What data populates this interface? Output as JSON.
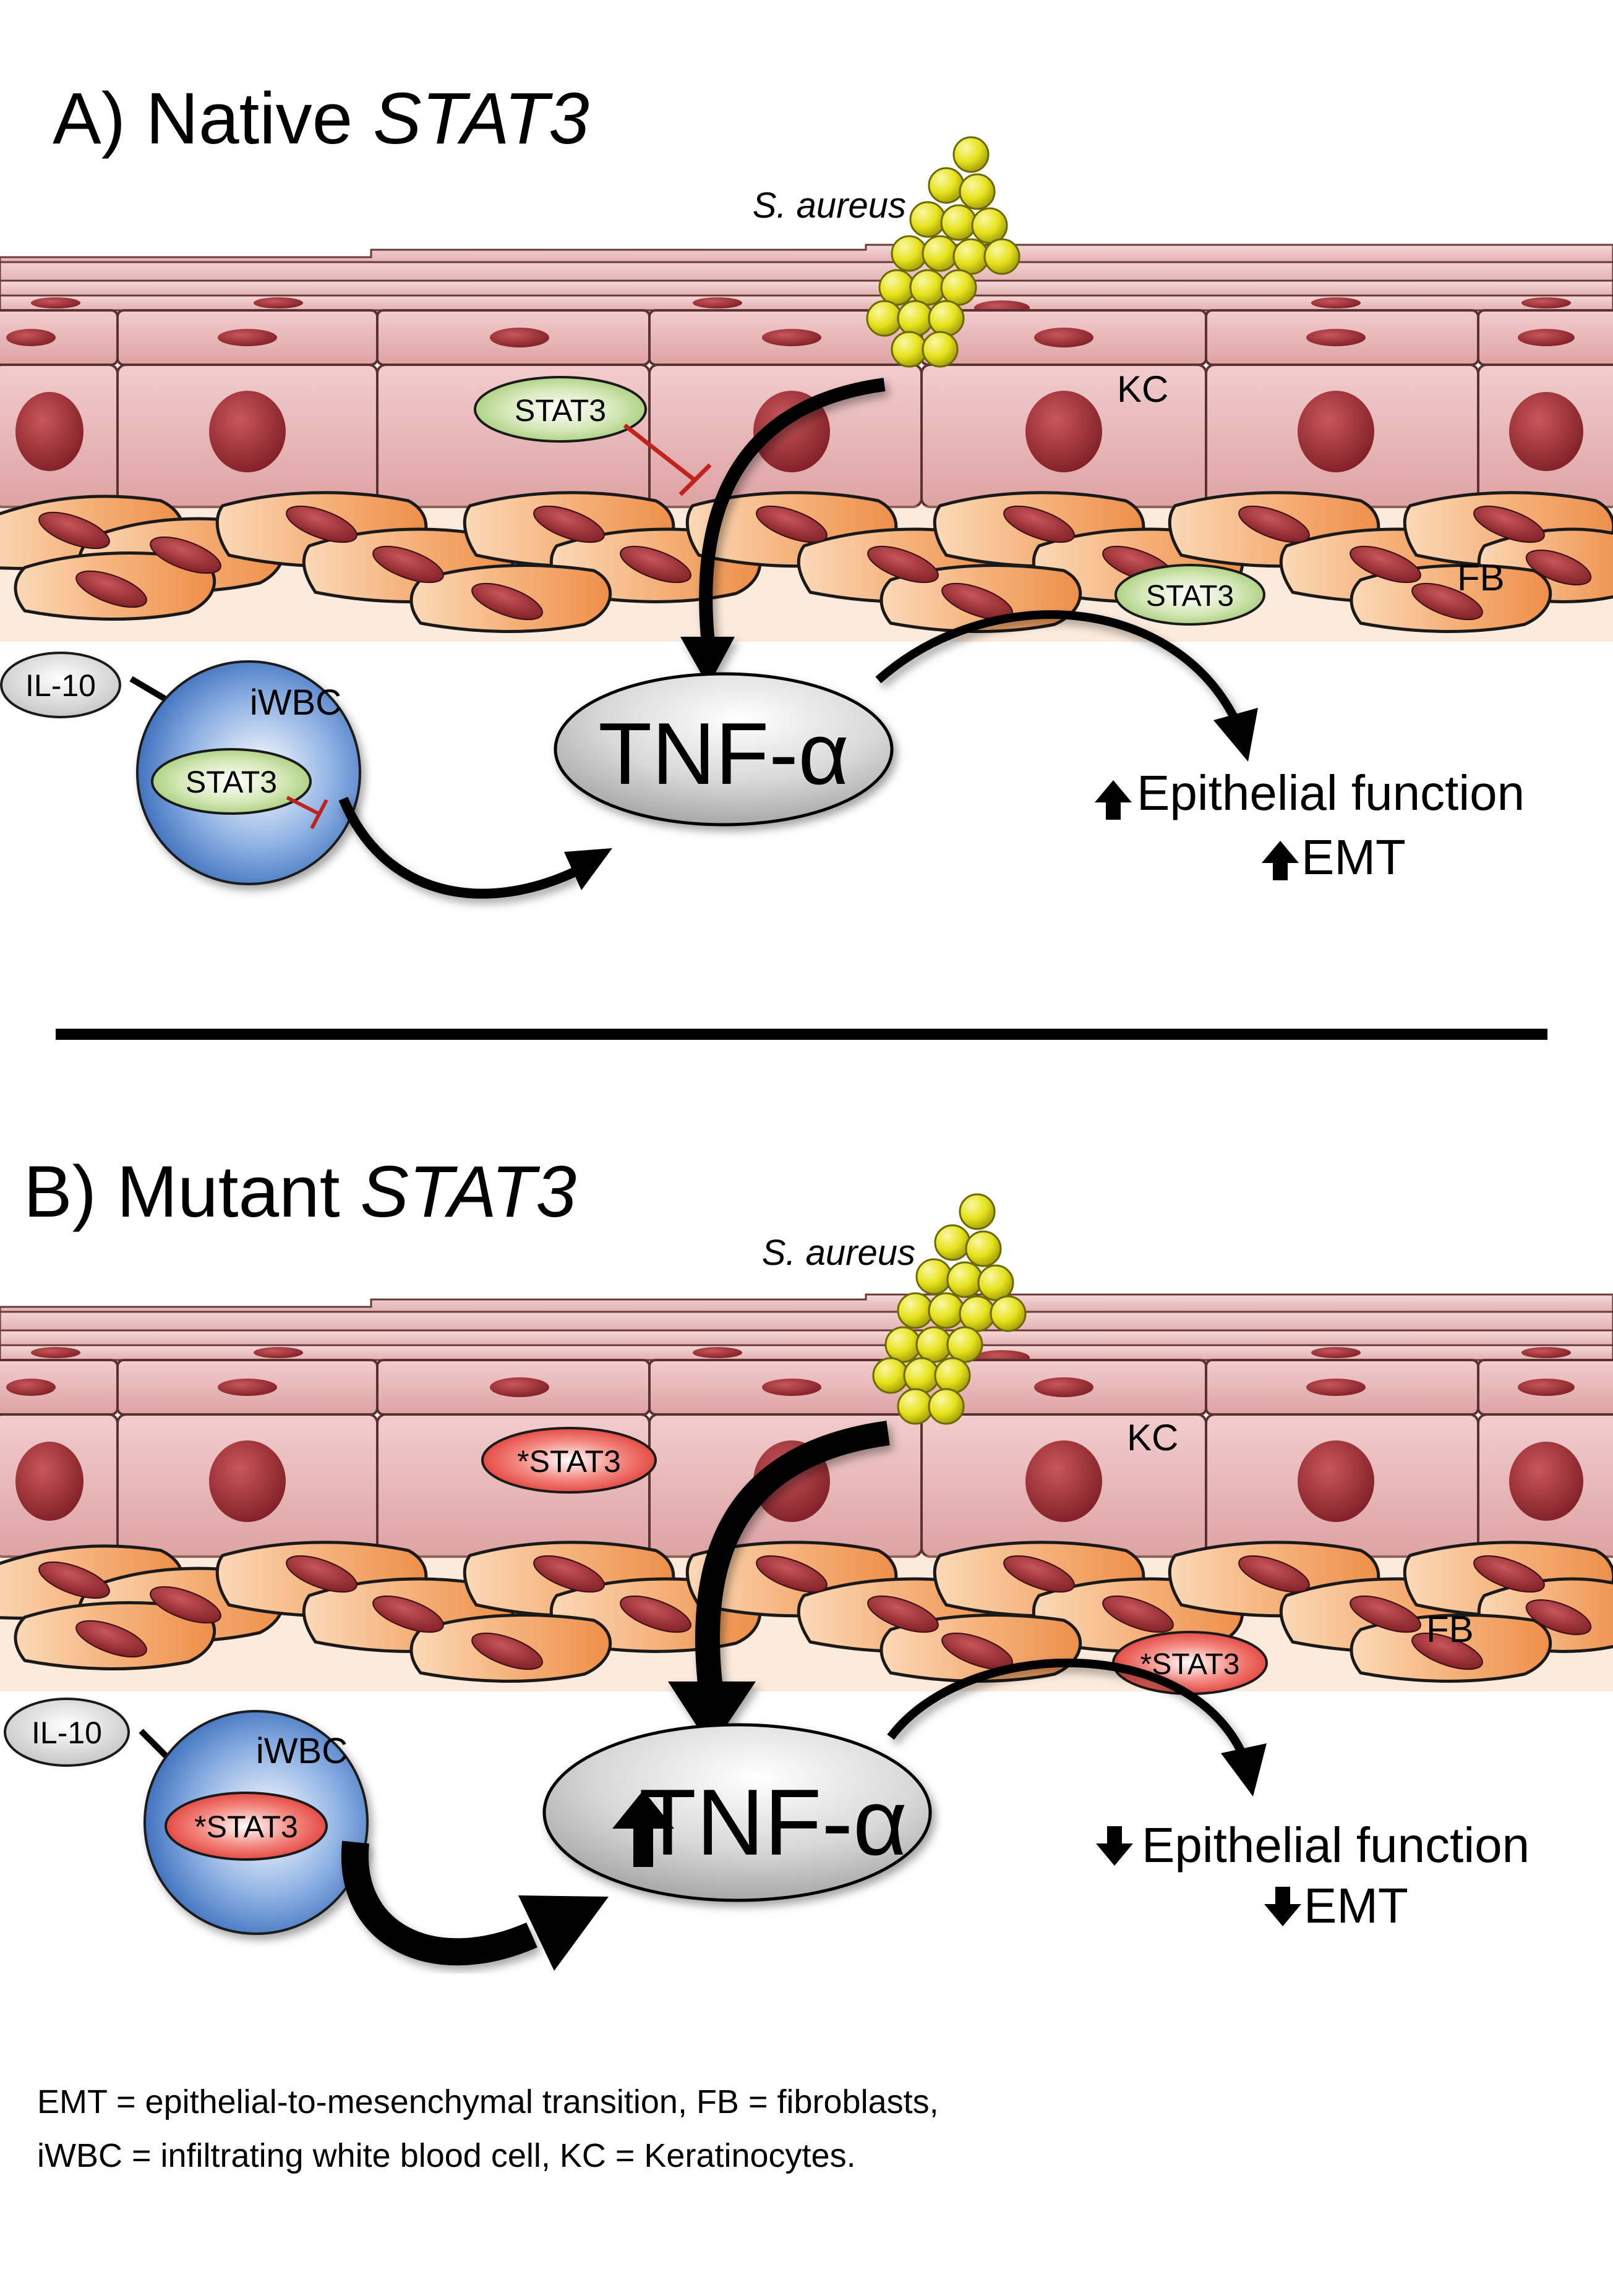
{
  "panel_a": {
    "title_prefix": "A) Native ",
    "title_italic": "STAT3",
    "bacteria_label": "S. aureus",
    "kc_label": "KC",
    "fb_label": "FB",
    "stat3_kc": "STAT3",
    "stat3_fb": "STAT3",
    "stat3_iwbc": "STAT3",
    "il10": "IL-10",
    "iwbc": "iWBC",
    "tnf": "TNF-α",
    "outcome1": "Epithelial function",
    "outcome2": "EMT",
    "outcome_direction": "up"
  },
  "panel_b": {
    "title_prefix": "B) Mutant ",
    "title_italic": "STAT3",
    "bacteria_label": "S. aureus",
    "kc_label": "KC",
    "fb_label": "FB",
    "stat3_kc": "*STAT3",
    "stat3_fb": "*STAT3",
    "stat3_iwbc": "*STAT3",
    "il10": "IL-10",
    "iwbc": "iWBC",
    "tnf": "TNF-α",
    "outcome1": "Epithelial function",
    "outcome2": "EMT",
    "outcome_direction": "down"
  },
  "footnote": {
    "line1": "EMT = epithelial-to-mesenchymal transition, FB = fibroblasts,",
    "line2": "iWBC = infiltrating white blood cell, KC = Keratinocytes."
  },
  "colors": {
    "keratinocyte": "#e7b3b4",
    "nucleus": "#9b2f35",
    "fibroblast": "#f3a66c",
    "bacteria": "#e6e21b",
    "iwbc": "#3d78c8",
    "stat3_native": "#a8cf7c",
    "stat3_mutant": "#e0241f",
    "tnf": "#bdbdbd"
  }
}
